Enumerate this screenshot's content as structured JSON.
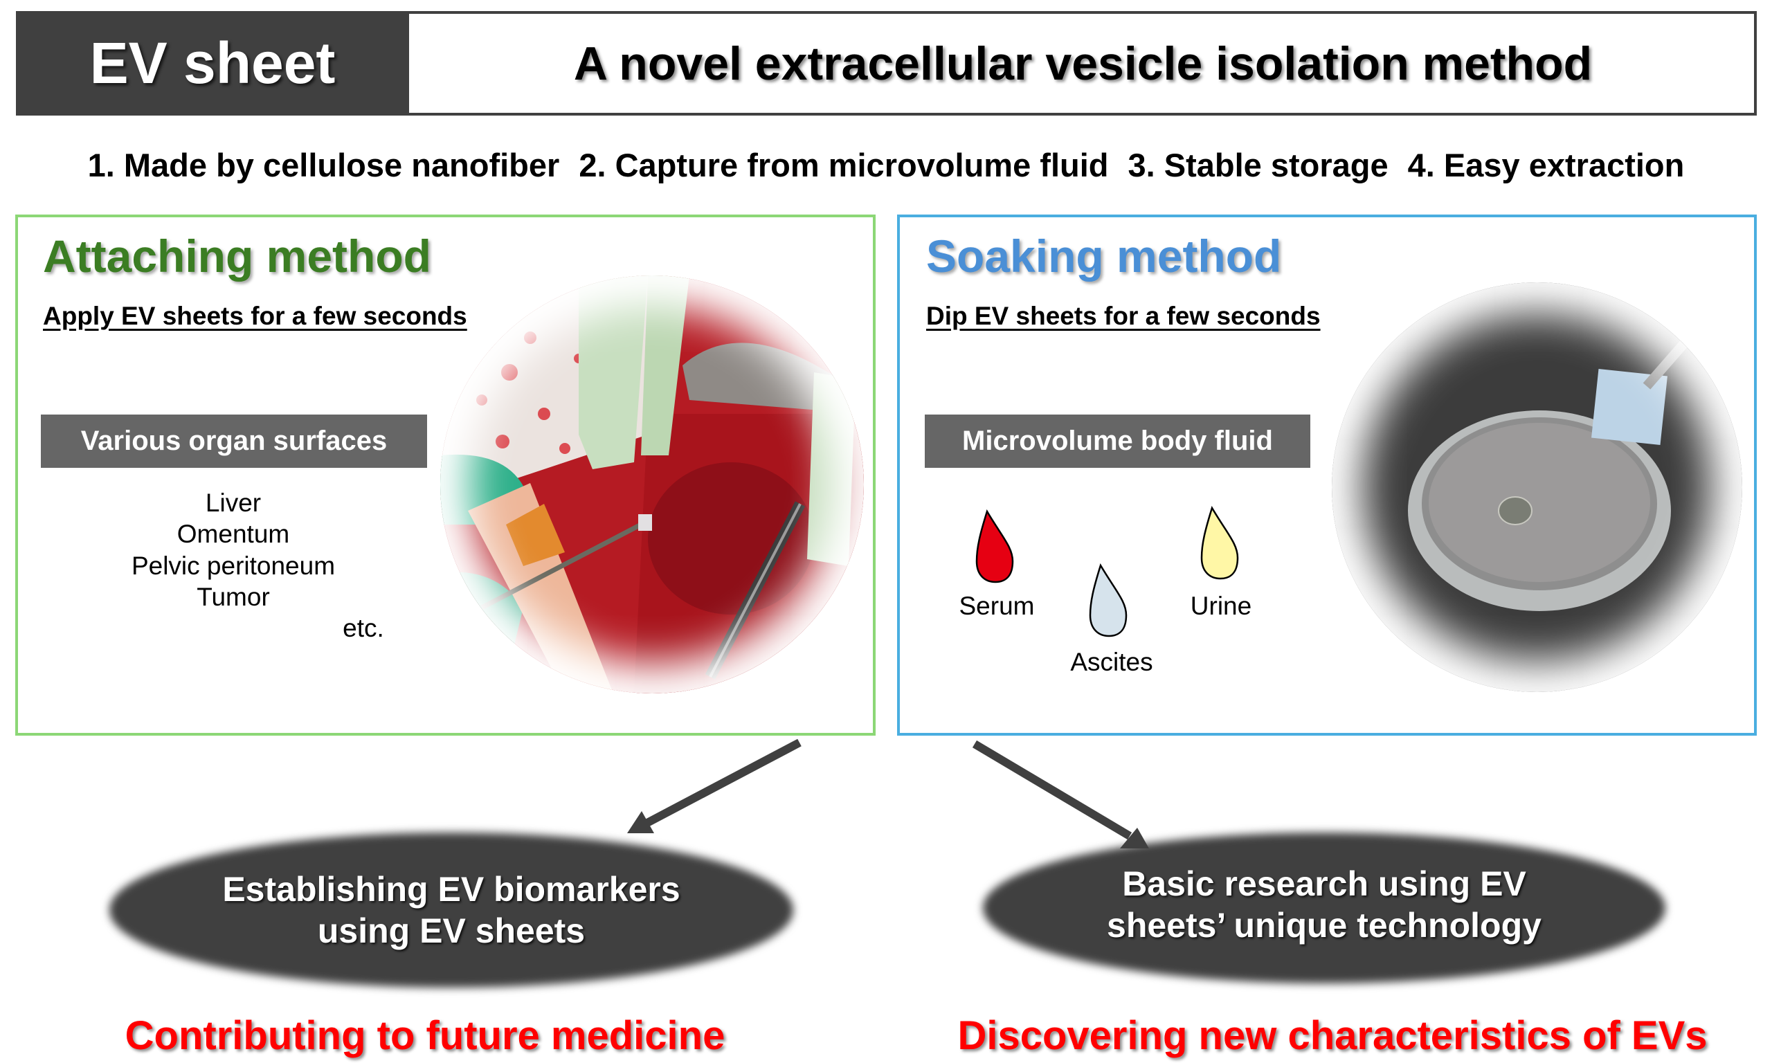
{
  "header": {
    "tag": "EV sheet",
    "title": "A novel extracellular vesicle isolation method"
  },
  "features": [
    "1. Made by cellulose nanofiber",
    "2. Capture from microvolume fluid",
    "3. Stable storage",
    "4. Easy extraction"
  ],
  "attaching": {
    "title": "Attaching method",
    "subtitle": "Apply EV sheets for a few seconds",
    "box_label": "Various organ surfaces",
    "organs": [
      "Liver",
      "Omentum",
      "Pelvic peritoneum",
      "Tumor"
    ],
    "etc": "etc.",
    "photo": "surgical-field-photo",
    "title_color": "#3b7d23",
    "border_color": "#8cd776"
  },
  "soaking": {
    "title": "Soaking method",
    "subtitle": "Dip EV sheets for a few seconds",
    "box_label": "Microvolume body fluid",
    "fluids": [
      {
        "label": "Serum",
        "icon": "drop-icon",
        "color": "#e60012"
      },
      {
        "label": "Ascites",
        "icon": "drop-icon",
        "color": "#d6e3ec"
      },
      {
        "label": "Urine",
        "icon": "drop-icon",
        "color": "#fff7a6"
      }
    ],
    "photo": "petri-dish-photo",
    "title_color": "#4a8fd6",
    "border_color": "#4aaee0"
  },
  "outcomes": [
    {
      "oval_lines": [
        "Establishing EV biomarkers",
        "using EV sheets"
      ],
      "result": "Contributing to future medicine"
    },
    {
      "oval_lines": [
        "Basic research using EV",
        "sheets’ unique technology"
      ],
      "result": "Discovering new characteristics of EVs"
    }
  ],
  "colors": {
    "header_dark": "#404040",
    "grey_box": "#666666",
    "outcome_red": "#ff0000",
    "arrow": "#404040"
  }
}
